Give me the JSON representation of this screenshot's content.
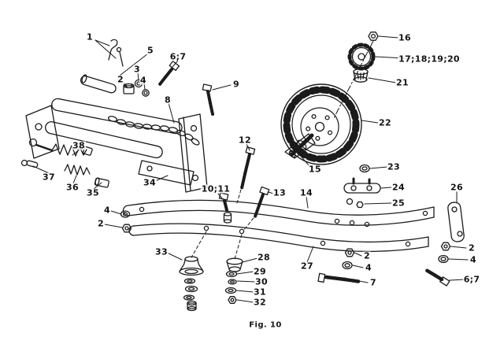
{
  "figure": {
    "caption": "Fig. 10"
  },
  "diagram": {
    "type": "exploded-parts-diagram",
    "line_color": "#1b1b1b",
    "background": "#ffffff"
  },
  "labels": [
    {
      "id": "1",
      "text": "1"
    },
    {
      "id": "5",
      "text": "5"
    },
    {
      "id": "6-7-top",
      "text": "6;7"
    },
    {
      "id": "2-top",
      "text": "2"
    },
    {
      "id": "3",
      "text": "3"
    },
    {
      "id": "4-top",
      "text": "4"
    },
    {
      "id": "9",
      "text": "9"
    },
    {
      "id": "8",
      "text": "8"
    },
    {
      "id": "16",
      "text": "16"
    },
    {
      "id": "17-18-19-20",
      "text": "17;18;19;20"
    },
    {
      "id": "21",
      "text": "21"
    },
    {
      "id": "22",
      "text": "22"
    },
    {
      "id": "12",
      "text": "12"
    },
    {
      "id": "15",
      "text": "15"
    },
    {
      "id": "23",
      "text": "23"
    },
    {
      "id": "24",
      "text": "24"
    },
    {
      "id": "25",
      "text": "25"
    },
    {
      "id": "26",
      "text": "26"
    },
    {
      "id": "10-11",
      "text": "10;11"
    },
    {
      "id": "13",
      "text": "13"
    },
    {
      "id": "14",
      "text": "14"
    },
    {
      "id": "38",
      "text": "38"
    },
    {
      "id": "37",
      "text": "37"
    },
    {
      "id": "36",
      "text": "36"
    },
    {
      "id": "35",
      "text": "35"
    },
    {
      "id": "34",
      "text": "34"
    },
    {
      "id": "4-left",
      "text": "4"
    },
    {
      "id": "2-left",
      "text": "2"
    },
    {
      "id": "33",
      "text": "33"
    },
    {
      "id": "28",
      "text": "28"
    },
    {
      "id": "29",
      "text": "29"
    },
    {
      "id": "30",
      "text": "30"
    },
    {
      "id": "31",
      "text": "31"
    },
    {
      "id": "32",
      "text": "32"
    },
    {
      "id": "27",
      "text": "27"
    },
    {
      "id": "2-bottom",
      "text": "2"
    },
    {
      "id": "4-bottom",
      "text": "4"
    },
    {
      "id": "7",
      "text": "7"
    },
    {
      "id": "2-right",
      "text": "2"
    },
    {
      "id": "4-right",
      "text": "4"
    },
    {
      "id": "6-7-right",
      "text": "6;7"
    }
  ]
}
